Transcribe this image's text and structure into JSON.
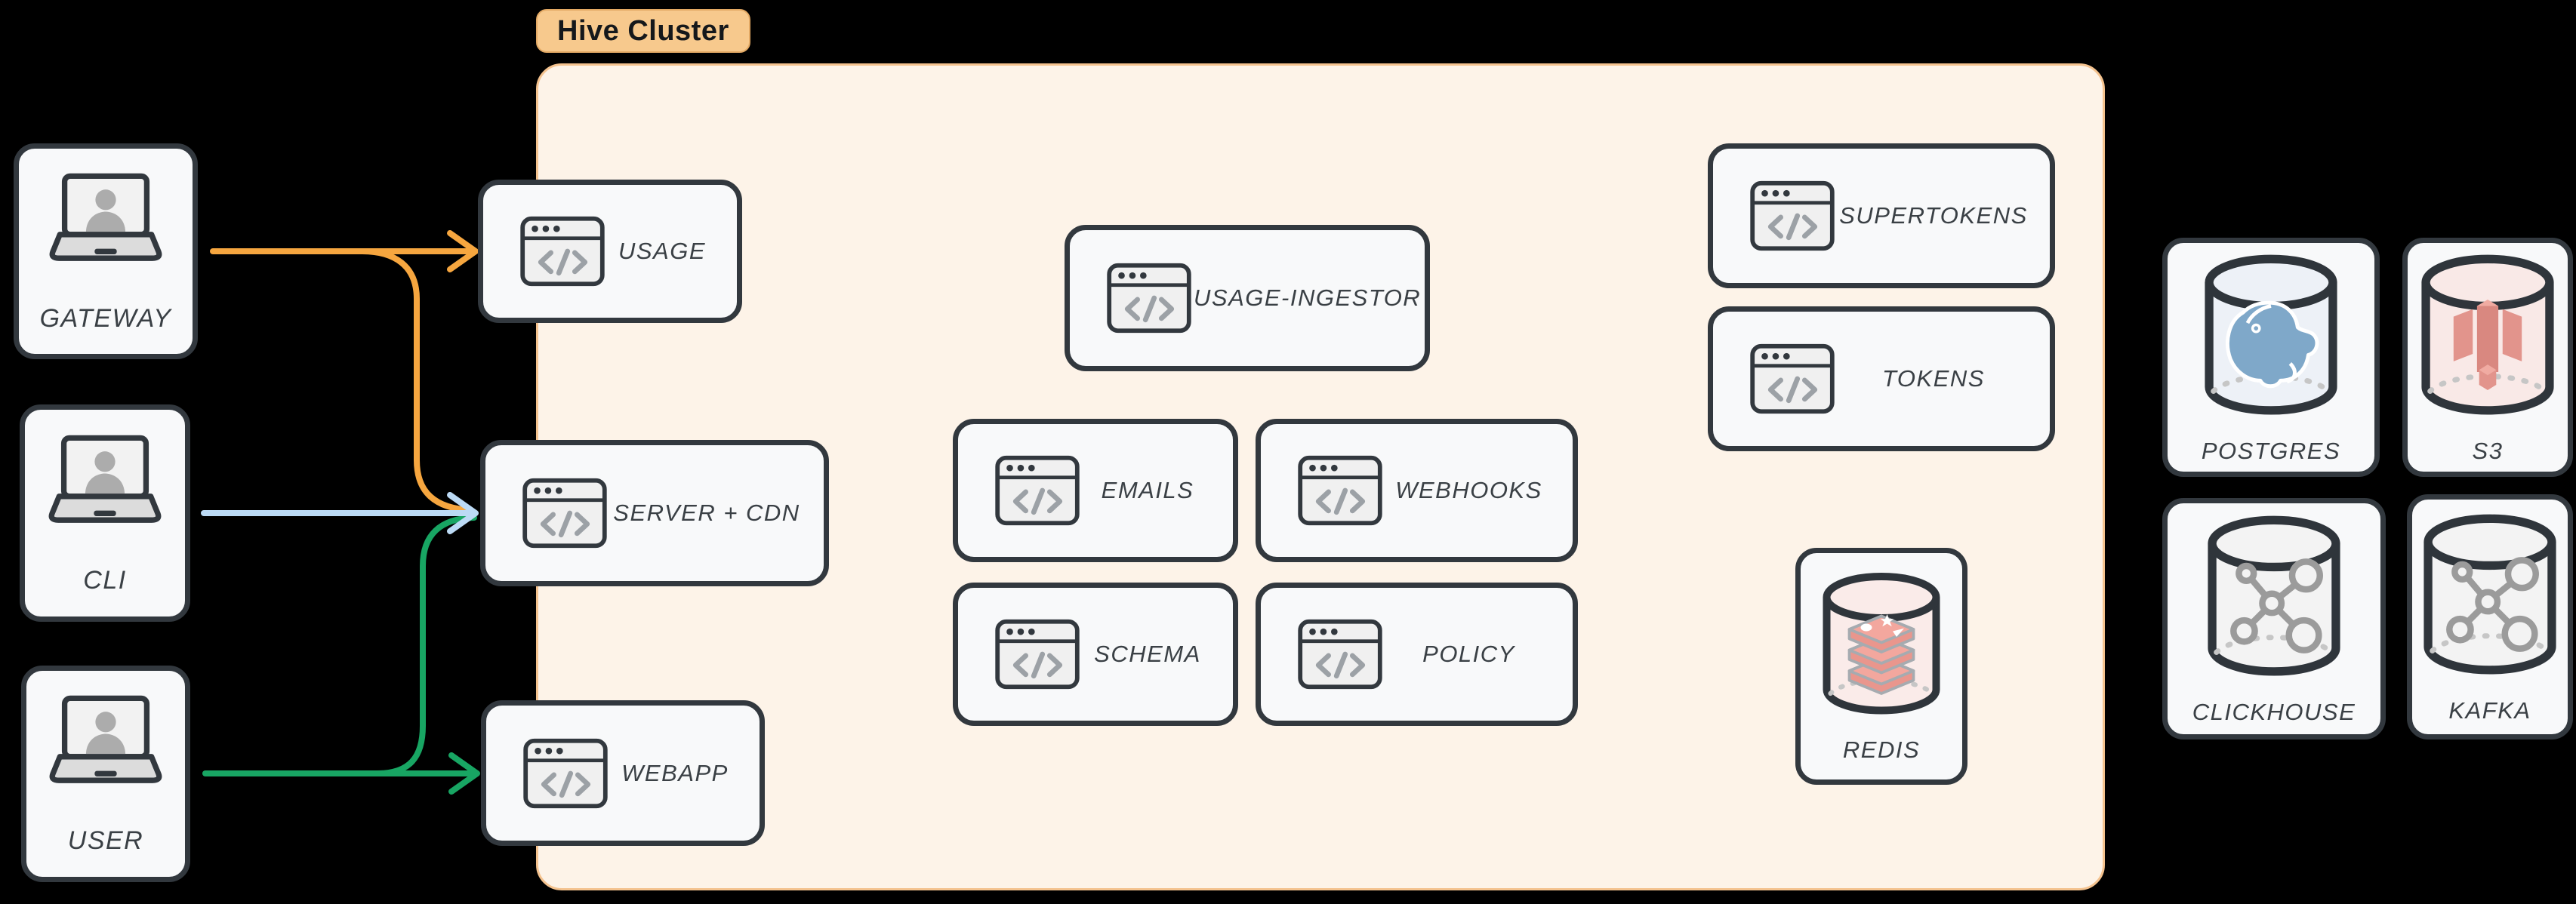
{
  "cluster_badge": "Hive Cluster",
  "nodes": {
    "gateway": "GATEWAY",
    "cli": "CLI",
    "user": "USER",
    "usage": "USAGE",
    "server_cdn": "SERVER + CDN",
    "webapp": "WEBAPP",
    "usage_ingestor": "USAGE-INGESTOR",
    "emails": "EMAILS",
    "webhooks": "WEBHOOKS",
    "schema": "SCHEMA",
    "policy": "POLICY",
    "supertokens": "SUPERTOKENS",
    "tokens": "TOKENS",
    "redis": "REDIS",
    "postgres": "POSTGRES",
    "s3": "S3",
    "clickhouse": "CLICKHOUSE",
    "kafka": "KAFKA"
  },
  "edges": [
    {
      "from": "GATEWAY",
      "to": "USAGE",
      "color": "#F6A63F"
    },
    {
      "from": "GATEWAY",
      "to": "SERVER + CDN",
      "color": "#F6A63F"
    },
    {
      "from": "CLI",
      "to": "SERVER + CDN",
      "color": "#BCDAF5"
    },
    {
      "from": "USER",
      "to": "SERVER + CDN",
      "color": "#18A563"
    },
    {
      "from": "USER",
      "to": "WEBAPP",
      "color": "#18A563"
    }
  ],
  "colors": {
    "arrow_orange": "#F6A63F",
    "arrow_blue": "#BCDAF5",
    "arrow_green": "#18A563",
    "cluster_fill": "#FDF3E8",
    "cluster_border": "#F4C28E",
    "badge_fill": "#F7C98D",
    "node_fill": "#F8F9FA",
    "node_border": "#32383E",
    "label_text": "#3A4045",
    "postgres_brand": "#7FA8C9",
    "s3_brand": "#E2948C",
    "redis_brand": "#F3A79E",
    "graph_icon": "#9B9B9B"
  }
}
